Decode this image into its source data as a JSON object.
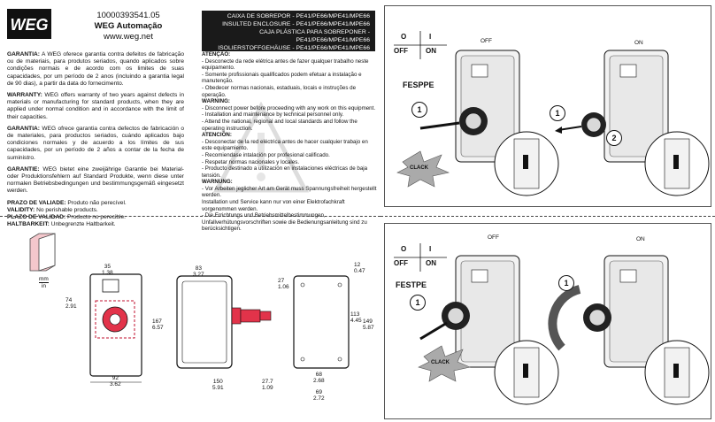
{
  "header": {
    "code": "10000393541.05",
    "company": "WEG Automação",
    "website": "www.weg.net",
    "logo_text": "WEG",
    "titles": [
      "CAIXA DE SOBREPOR - PE41/PE66/MPE41/MPE66",
      "INSULTED ENCLOSURE - PE41/PE66/MPE41/MPE66",
      "CAJA PLÁSTICA PARA SOBREPONER - PE41/PE66/MPE41/MPE66",
      "ISOLIERSTOFFGEHÄUSE - PE41/PE66/MPE41/MPE66"
    ]
  },
  "guarantees": [
    {
      "label": "GARANTIA:",
      "text": "A WEG oferece garantia contra defeitos de fabricação ou de materiais, para produtos seriados, quando aplicados sobre condições normais e de acordo com os limites de suas capacidades, por um período de 2 anos (incluindo a garantia legal de 90 dias), a partir da data do fornecimento."
    },
    {
      "label": "WARRANTY:",
      "text": "WEG offers warranty of two years against defects in materials or manufacturing for standard products, when they are applied under normal condition and in accordance with the limit of their capacities."
    },
    {
      "label": "GARANTIA:",
      "text": "WEG ofrece garantia contra defectos de fabricación o de materiales, para productos seriados, cuándo aplicados bajo condiciones normales y de acuerdo a los límites de sus capacidades, por un período de 2 años a contar de la fecha de suministro."
    },
    {
      "label": "GARANTIE:",
      "text": "WEG bietet eine zweijährige Garantie bei Material- oder Produktionsfehlern auf Standard Produkte, wenn diese unter normalen Betriebsbedingungen und bestimmungsgemäß eingesetzt werden."
    }
  ],
  "validity": [
    {
      "label": "PRAZO DE VALIADE:",
      "text": "Produto não perecível."
    },
    {
      "label": "VALIDITY:",
      "text": "No perishable products."
    },
    {
      "label": "PLAZO DE VALIDAD:",
      "text": "Producto no perecible."
    },
    {
      "label": "HALTBARKEIT:",
      "text": "Unbegrenzte Haltbarkeit."
    }
  ],
  "warnings": [
    {
      "heading": "ATENÇÃO:",
      "lines": [
        "- Desconecte da rede elétrica antes de fazer qualquer trabalho neste equipamento.",
        "- Somente profissionais qualificados podem efetuar a instalação e manutenção.",
        "- Obedecer normas nacionais, estaduais, locais e instruções de operação."
      ]
    },
    {
      "heading": "WARNING:",
      "lines": [
        "- Disconnect power before proceeding with any work on this equipment.",
        "- Installation and maintenance by technical personnel only.",
        "- Attend the national, regional and local standards and follow the operating instruction."
      ]
    },
    {
      "heading": "ATENCIÓN:",
      "lines": [
        "- Desconectar de la red eléctrica antes de hacer cualquier trabajo en este equipamiento.",
        "- Recomiendase intalación por profesional calificado.",
        "- Respetar normas nacionales y locales.",
        "- Producto destinado a utilización en instalaciones eléctricas de baja tensión."
      ]
    },
    {
      "heading": "WARNUNG:",
      "lines": [
        "- Vor Arbeiten jeglicher Art am Gerät muss Spannungsfreiheit hergestellt werden.",
        "Installation und Service kann nur von einer Elektrofachkraft vorgenommen werden.",
        "- Die Errichtungs und Betriebsmittelbestimmungen, Unfallverhütungsvorschriften sowie die Bedienungsanleitung sind zu berücksichtigen."
      ]
    }
  ],
  "dimensions": {
    "unit_top": "mm",
    "unit_bottom": "in",
    "front": {
      "top_mm": "35",
      "top_in": "1.38",
      "left_mm": "74",
      "left_in": "2.91",
      "bottom_mm": "92",
      "bottom_in": "3.62"
    },
    "side": {
      "top_mm": "83",
      "top_in": "3.27",
      "height_mm": "167",
      "height_in": "6.57",
      "bottom_mm": "150",
      "bottom_in": "5.91",
      "key_mm": "27.7",
      "key_in": "1.09"
    },
    "rear": {
      "top_mm": "12",
      "top_in": "0.47",
      "small_mm": "27",
      "small_in": "1.06",
      "h1_mm": "113",
      "h1_in": "4.45",
      "h2_mm": "149",
      "h2_in": "5.87",
      "w1_mm": "68",
      "w1_in": "2.68",
      "w2_mm": "69",
      "w2_in": "2.72"
    }
  },
  "panel_top": {
    "label": "FESPPE",
    "state_pt": [
      "O",
      "I"
    ],
    "state_en": [
      "OFF",
      "ON"
    ],
    "caption_off": "OFF",
    "caption_on": "ON",
    "click": "CLACK",
    "steps": [
      "1",
      "2"
    ]
  },
  "panel_bottom": {
    "label": "FESTPE",
    "state_pt": [
      "O",
      "I"
    ],
    "state_en": [
      "OFF",
      "ON"
    ],
    "caption_off": "OFF",
    "caption_on": "ON",
    "click": "CLACK",
    "steps": [
      "1",
      "1"
    ]
  }
}
